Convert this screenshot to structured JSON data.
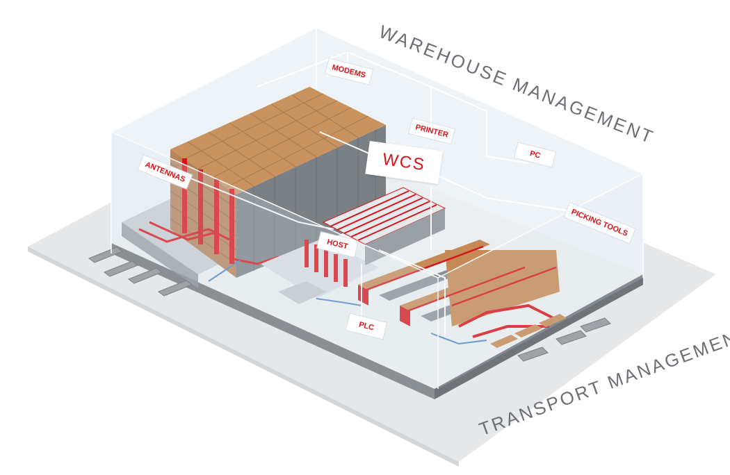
{
  "labels": {
    "modems": "MODEMS",
    "printer": "PRINTER",
    "pc": "PC",
    "antennas": "ANTENNAS",
    "wcs": "WCS",
    "host": "HOST",
    "picking_tools": "PICKING TOOLS",
    "plc": "PLC"
  },
  "titles": {
    "warehouse_management": "WAREHOUSE MANAGEMENT",
    "transport_management": "TRANSPORT MANAGEMENT"
  },
  "colors": {
    "accent_red": "#d7141a",
    "rack_wood": "#c58a55",
    "rack_dark": "#7a7f84",
    "floor": "#e9ecef",
    "glass": "#dfe8f0",
    "conveyor_blue": "#4d86c6",
    "text_gray": "#6b6f73"
  }
}
